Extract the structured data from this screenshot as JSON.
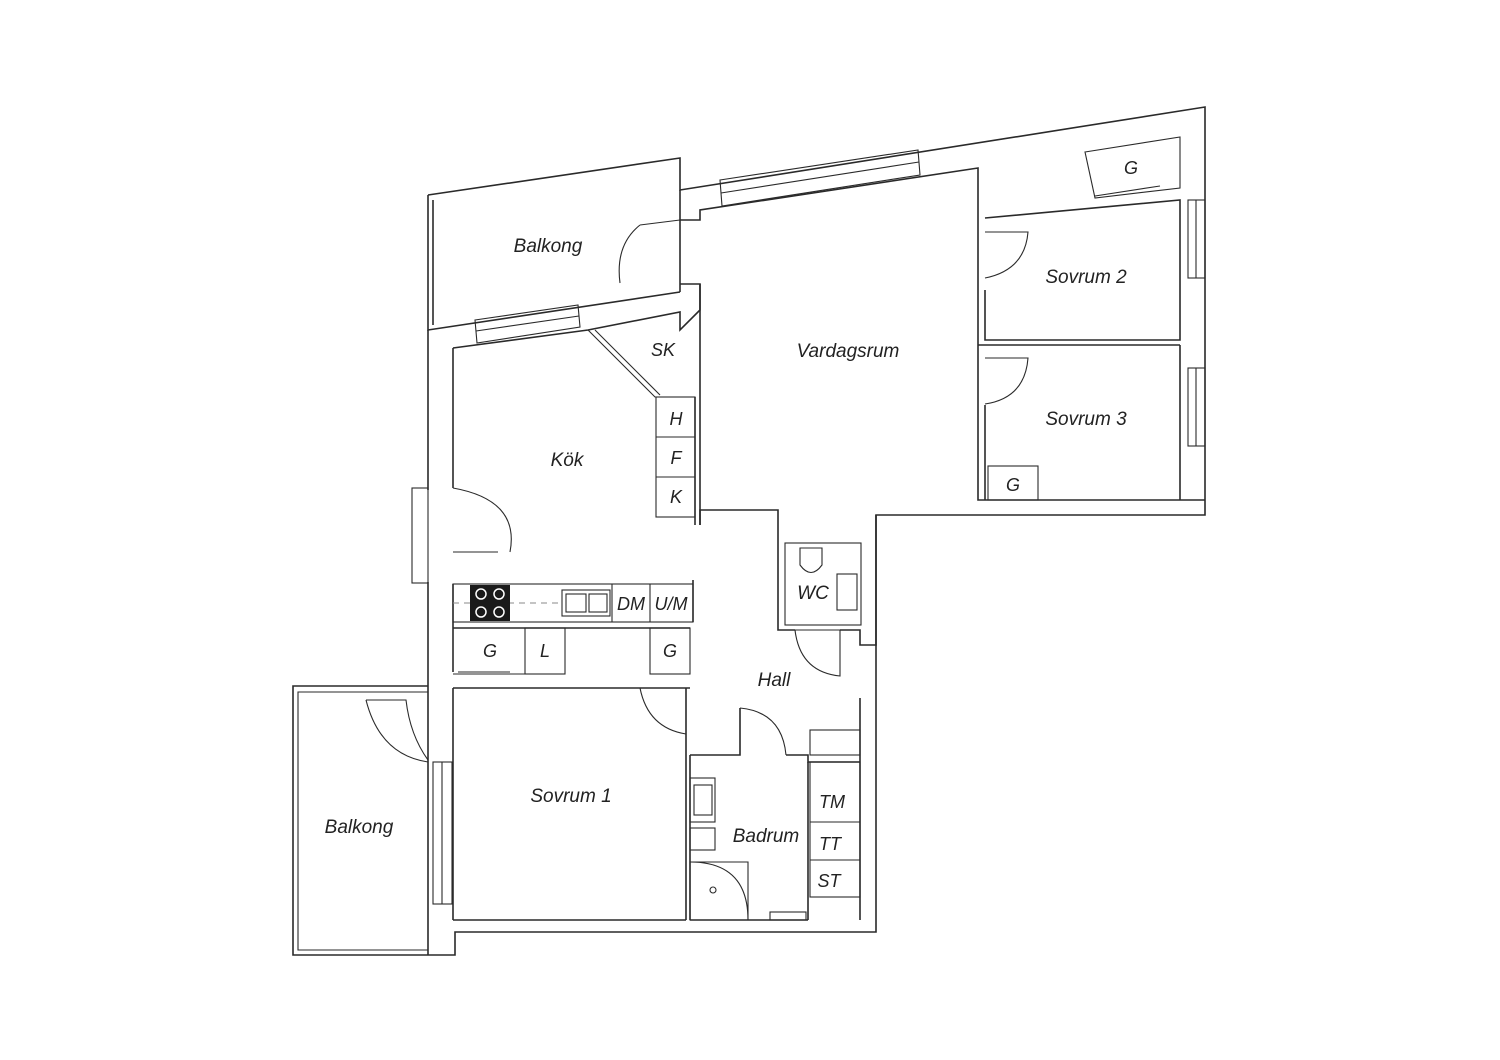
{
  "rooms": {
    "balkong_top": "Balkong",
    "balkong_bottom": "Balkong",
    "vardagsrum": "Vardagsrum",
    "kok": "Kök",
    "sovrum1": "Sovrum 1",
    "sovrum2": "Sovrum 2",
    "sovrum3": "Sovrum 3",
    "hall": "Hall",
    "badrum": "Badrum",
    "wc": "WC"
  },
  "fixtures": {
    "sk": "SK",
    "h": "H",
    "f": "F",
    "k": "K",
    "dm": "DM",
    "um": "U/M",
    "g_kitchen_left": "G",
    "l": "L",
    "g_kitchen_right": "G",
    "g_sovrum2": "G",
    "g_sovrum3": "G",
    "tm": "TM",
    "tt": "TT",
    "st": "ST"
  }
}
